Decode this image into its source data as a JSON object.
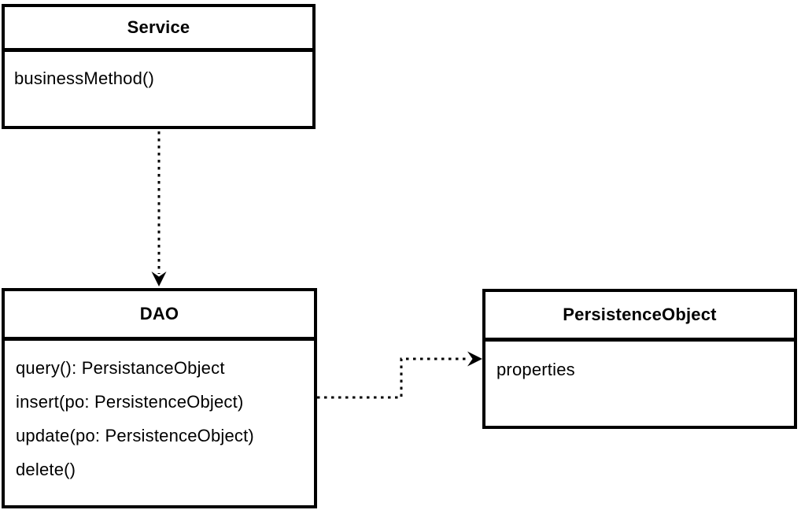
{
  "diagram": {
    "type": "uml-class-diagram",
    "colors": {
      "stroke": "#000000",
      "fill": "#ffffff",
      "text": "#000000",
      "background": "#ffffff"
    },
    "classes": [
      {
        "id": "service",
        "title": "Service",
        "members": [
          "businessMethod()"
        ]
      },
      {
        "id": "dao",
        "title": "DAO",
        "members": [
          "query(): PersistanceObject",
          "insert(po: PersistenceObject)",
          "update(po: PersistenceObject)",
          "delete()"
        ]
      },
      {
        "id": "persistence-object",
        "title": "PersistenceObject",
        "members": [
          "properties"
        ]
      }
    ],
    "connectors": [
      {
        "from": "Service",
        "to": "DAO",
        "line_style": "dashed",
        "arrowhead": "stealth",
        "direction": "down"
      },
      {
        "from": "DAO",
        "to": "PersistenceObject",
        "line_style": "dashed",
        "arrowhead": "stealth",
        "direction": "right",
        "routing": "orthogonal-elbow"
      }
    ]
  }
}
